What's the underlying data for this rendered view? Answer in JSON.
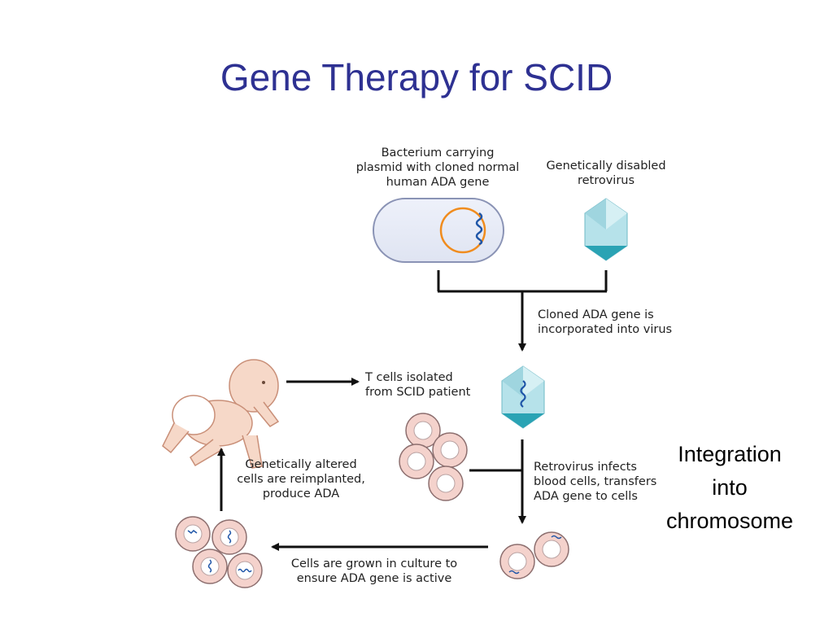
{
  "title": "Gene Therapy for SCID",
  "labels": {
    "bacterium": "Bacterium carrying\nplasmid with cloned normal\nhuman ADA gene",
    "retrovirus": "Genetically disabled\nretrovirus",
    "incorporated": "Cloned ADA gene is\nincorporated into virus",
    "t_cells": "T cells isolated\nfrom SCID patient",
    "reimplanted": "Genetically altered\ncells are reimplanted,\nproduce ADA",
    "infects": "Retrovirus infects\nblood cells, transfers\nADA gene to cells",
    "culture": "Cells are grown in culture to\nensure ADA gene is active"
  },
  "side_note": "Integration\ninto\nchromosome",
  "colors": {
    "title": "#2e3192",
    "cell_fill": "#f4d2cc",
    "cell_nucleus": "#ffffff",
    "plasmid": "#f08c1e",
    "gene": "#1f56a8",
    "virus_light": "#b6e2ea",
    "virus_dark": "#2aa3b4",
    "bacterium_fill": "#e7ebf6",
    "arrow": "#111111"
  },
  "icons": [
    "baby-illustration",
    "bacterium-icon",
    "retrovirus-icon",
    "cell-icon",
    "arrow-icon"
  ]
}
